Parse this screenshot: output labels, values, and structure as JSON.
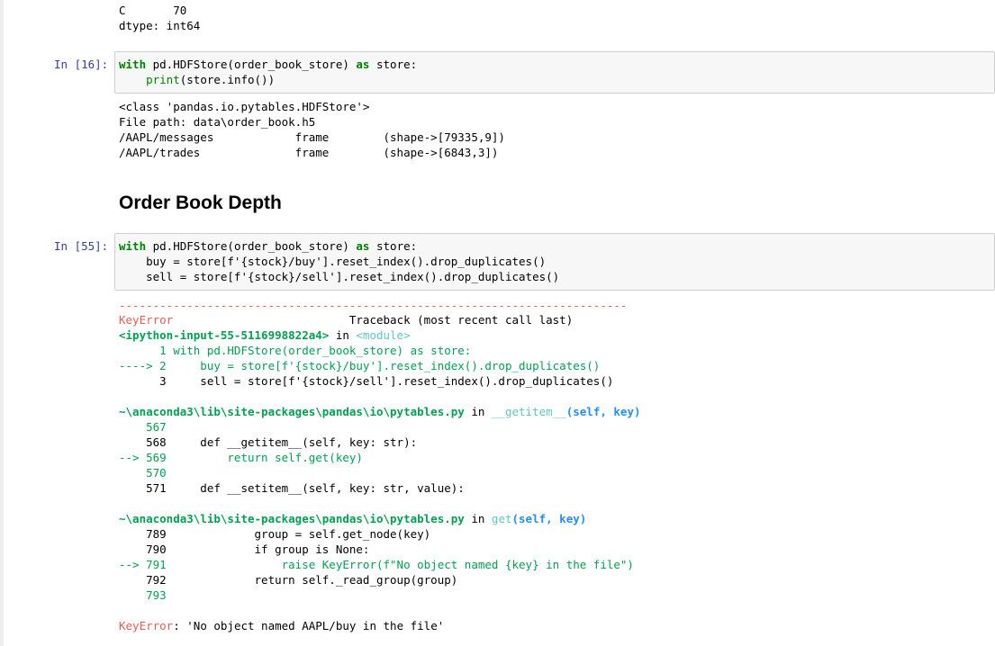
{
  "top_output": {
    "line1": "C       70",
    "line2": "dtype: int64"
  },
  "cell16": {
    "prompt": "In [16]:",
    "code_line1_kw": "with",
    "code_line1_rest": " pd.HDFStore(order_book_store) ",
    "code_line1_as": "as",
    "code_line1_end": " store:",
    "code_line2_fn": "print",
    "code_line2_rest": "(store.info())",
    "output": [
      "<class 'pandas.io.pytables.HDFStore'>",
      "File path: data\\order_book.h5",
      "/AAPL/messages            frame        (shape->[79335,9])",
      "/AAPL/trades              frame        (shape->[6843,3])"
    ]
  },
  "section": {
    "heading": "Order Book Depth"
  },
  "cell55": {
    "prompt": "In [55]:",
    "code_line1_kw": "with",
    "code_line1_rest": " pd.HDFStore(order_book_store) ",
    "code_line1_as": "as",
    "code_line1_end": " store:",
    "code_line2": "    buy = store[f'{stock}/buy'].reset_index().drop_duplicates()",
    "code_line3": "    sell = store[f'{stock}/sell'].reset_index().drop_duplicates()"
  },
  "traceback": {
    "dashes": "---------------------------------------------------------------------------",
    "error_name": "KeyError",
    "header_right": "                          Traceback (most recent call last)",
    "input_ref": "<ipython-input-55-5116998822a4>",
    "input_in": " in ",
    "input_module": "<module>",
    "frame1_lines": [
      "      1 with pd.HDFStore(order_book_store) as store:",
      "----> 2     buy = store[f'{stock}/buy'].reset_index().drop_duplicates()",
      "      3     sell = store[f'{stock}/sell'].reset_index().drop_duplicates()"
    ],
    "path1": "~\\anaconda3\\lib\\site-packages\\pandas\\io\\pytables.py",
    "path1_in": " in ",
    "path1_func": "__getitem__",
    "path1_args": "(self, key)",
    "frame2_lines": [
      "    567 ",
      "    568     def __getitem__(self, key: str):",
      "--> 569         return self.get(key)",
      "    570 ",
      "    571     def __setitem__(self, key: str, value):"
    ],
    "path2": "~\\anaconda3\\lib\\site-packages\\pandas\\io\\pytables.py",
    "path2_in": " in ",
    "path2_func": "get",
    "path2_args": "(self, key)",
    "frame3_lines": [
      "    789             group = self.get_node(key)",
      "    790             if group is None:",
      "--> 791                 raise KeyError(f\"No object named {key} in the file\")",
      "    792             return self._read_group(group)",
      "    793 "
    ],
    "final_error_name": "KeyError",
    "final_error_msg": ": 'No object named AAPL/buy in the file'"
  }
}
